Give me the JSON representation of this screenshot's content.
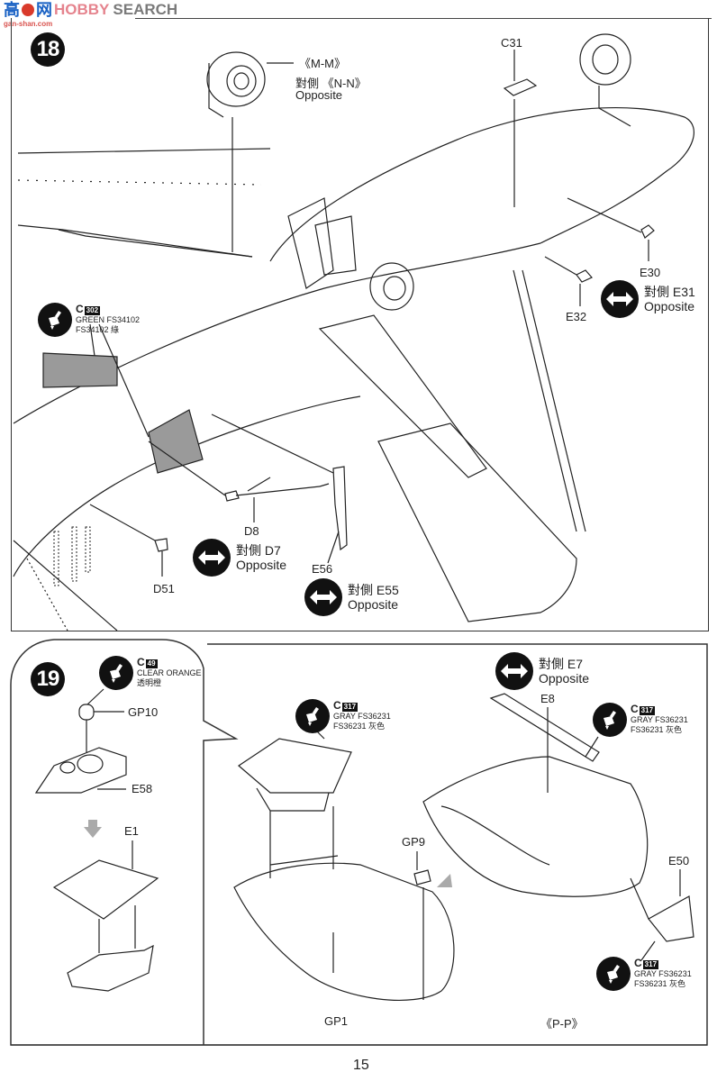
{
  "watermark": {
    "site_cn": "高",
    "site_cn2": "网",
    "site_en": "HOBBY",
    "site_en2": "SEARCH",
    "url": "gan-shan.com"
  },
  "step18": {
    "number": "18",
    "labels": {
      "mm_view": "《M-M》",
      "nn_view": "對側 《N-N》",
      "nn_opposite": "Opposite",
      "c31": "C31",
      "e30": "E30",
      "e32": "E32",
      "d8": "D8",
      "d51": "D51",
      "e56": "E56"
    },
    "opposites": [
      {
        "cn": "對側 E31",
        "en": "Opposite"
      },
      {
        "cn": "對側 D7",
        "en": "Opposite"
      },
      {
        "cn": "對側 E55",
        "en": "Opposite"
      }
    ],
    "paint": {
      "letter": "C",
      "code": "302",
      "name": "GREEN FS34102",
      "name_cn": "FS34102 綠"
    }
  },
  "step19": {
    "number": "19",
    "labels": {
      "gp10": "GP10",
      "e58": "E58",
      "e1": "E1",
      "gp9": "GP9",
      "gp1": "GP1",
      "e8": "E8",
      "e50": "E50",
      "pp_view": "《P-P》"
    },
    "opposite": {
      "cn": "對側 E7",
      "en": "Opposite"
    },
    "paints": [
      {
        "letter": "C",
        "code": "49",
        "name": "CLEAR ORANGE",
        "name_cn": "透明橙"
      },
      {
        "letter": "C",
        "code": "317",
        "name": "GRAY FS36231",
        "name_cn": "FS36231 灰色"
      },
      {
        "letter": "C",
        "code": "317",
        "name": "GRAY FS36231",
        "name_cn": "FS36231 灰色"
      },
      {
        "letter": "C",
        "code": "317",
        "name": "GRAY FS36231",
        "name_cn": "FS36231 灰色"
      }
    ]
  },
  "footer": {
    "page_number": "15"
  }
}
